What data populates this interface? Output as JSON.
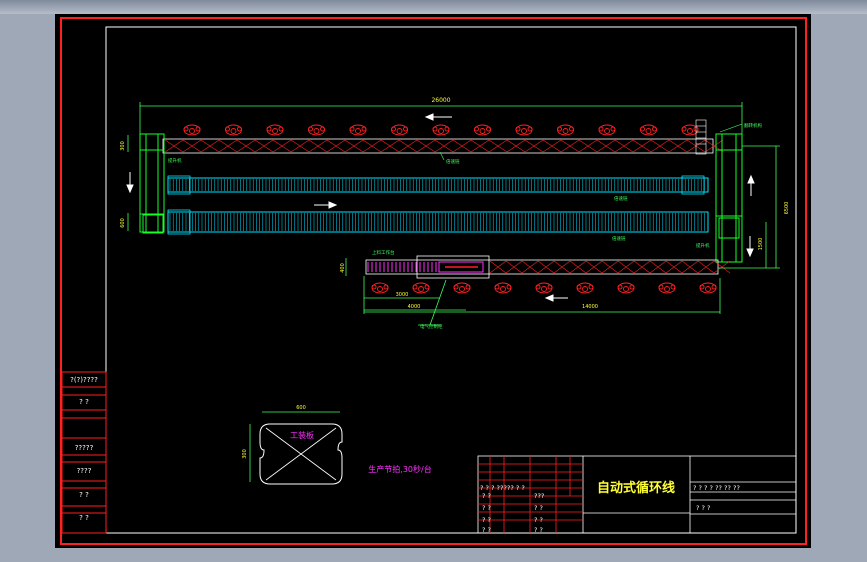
{
  "drawing": {
    "title": "自动式循环线",
    "capacity_note": "生产节拍,30秒/台",
    "tray_label": "工装板",
    "tray_width_dim": "600",
    "tray_height_dim": "300",
    "overall_length_dim": "26000",
    "right_span_dim": "6500",
    "right_short_dim": "1500",
    "left_dims": [
      "300",
      "600"
    ],
    "bottom_dims": [
      "3000",
      "4000",
      "14000"
    ],
    "return_dim": "400",
    "callouts": [
      "翻转机构",
      "提升机",
      "倍速链",
      "倍速链",
      "提升机",
      "倍速链",
      "上料工作台",
      "电气控制柜"
    ]
  },
  "side_table": {
    "rows": [
      "?(?)????",
      "?   ?",
      "?????",
      "????",
      "?   ?",
      "?   ?"
    ]
  },
  "title_block": {
    "row1": "?  ?   ?  ?????  ?   ?",
    "row2_left": "?  ?",
    "row2_mid": "???",
    "row3_left": "?  ?",
    "row3_mid": "?  ?",
    "row4_left": "?  ?",
    "row4_mid": "?  ?",
    "row5_left": "?  ?",
    "row5_mid": "?  ?",
    "right_top": "?   ?   ?  ?   ??   ??   ??",
    "right_mid": "?              ?        ?"
  },
  "colors": {
    "background": "#000000",
    "border_red": "#ff2020",
    "line_white": "#ffffff",
    "chain_cyan": "#00e5ff",
    "green": "#16ff2a",
    "magenta": "#ff30ff",
    "yellow": "#ffff33",
    "dim_green": "#3fff5a"
  }
}
